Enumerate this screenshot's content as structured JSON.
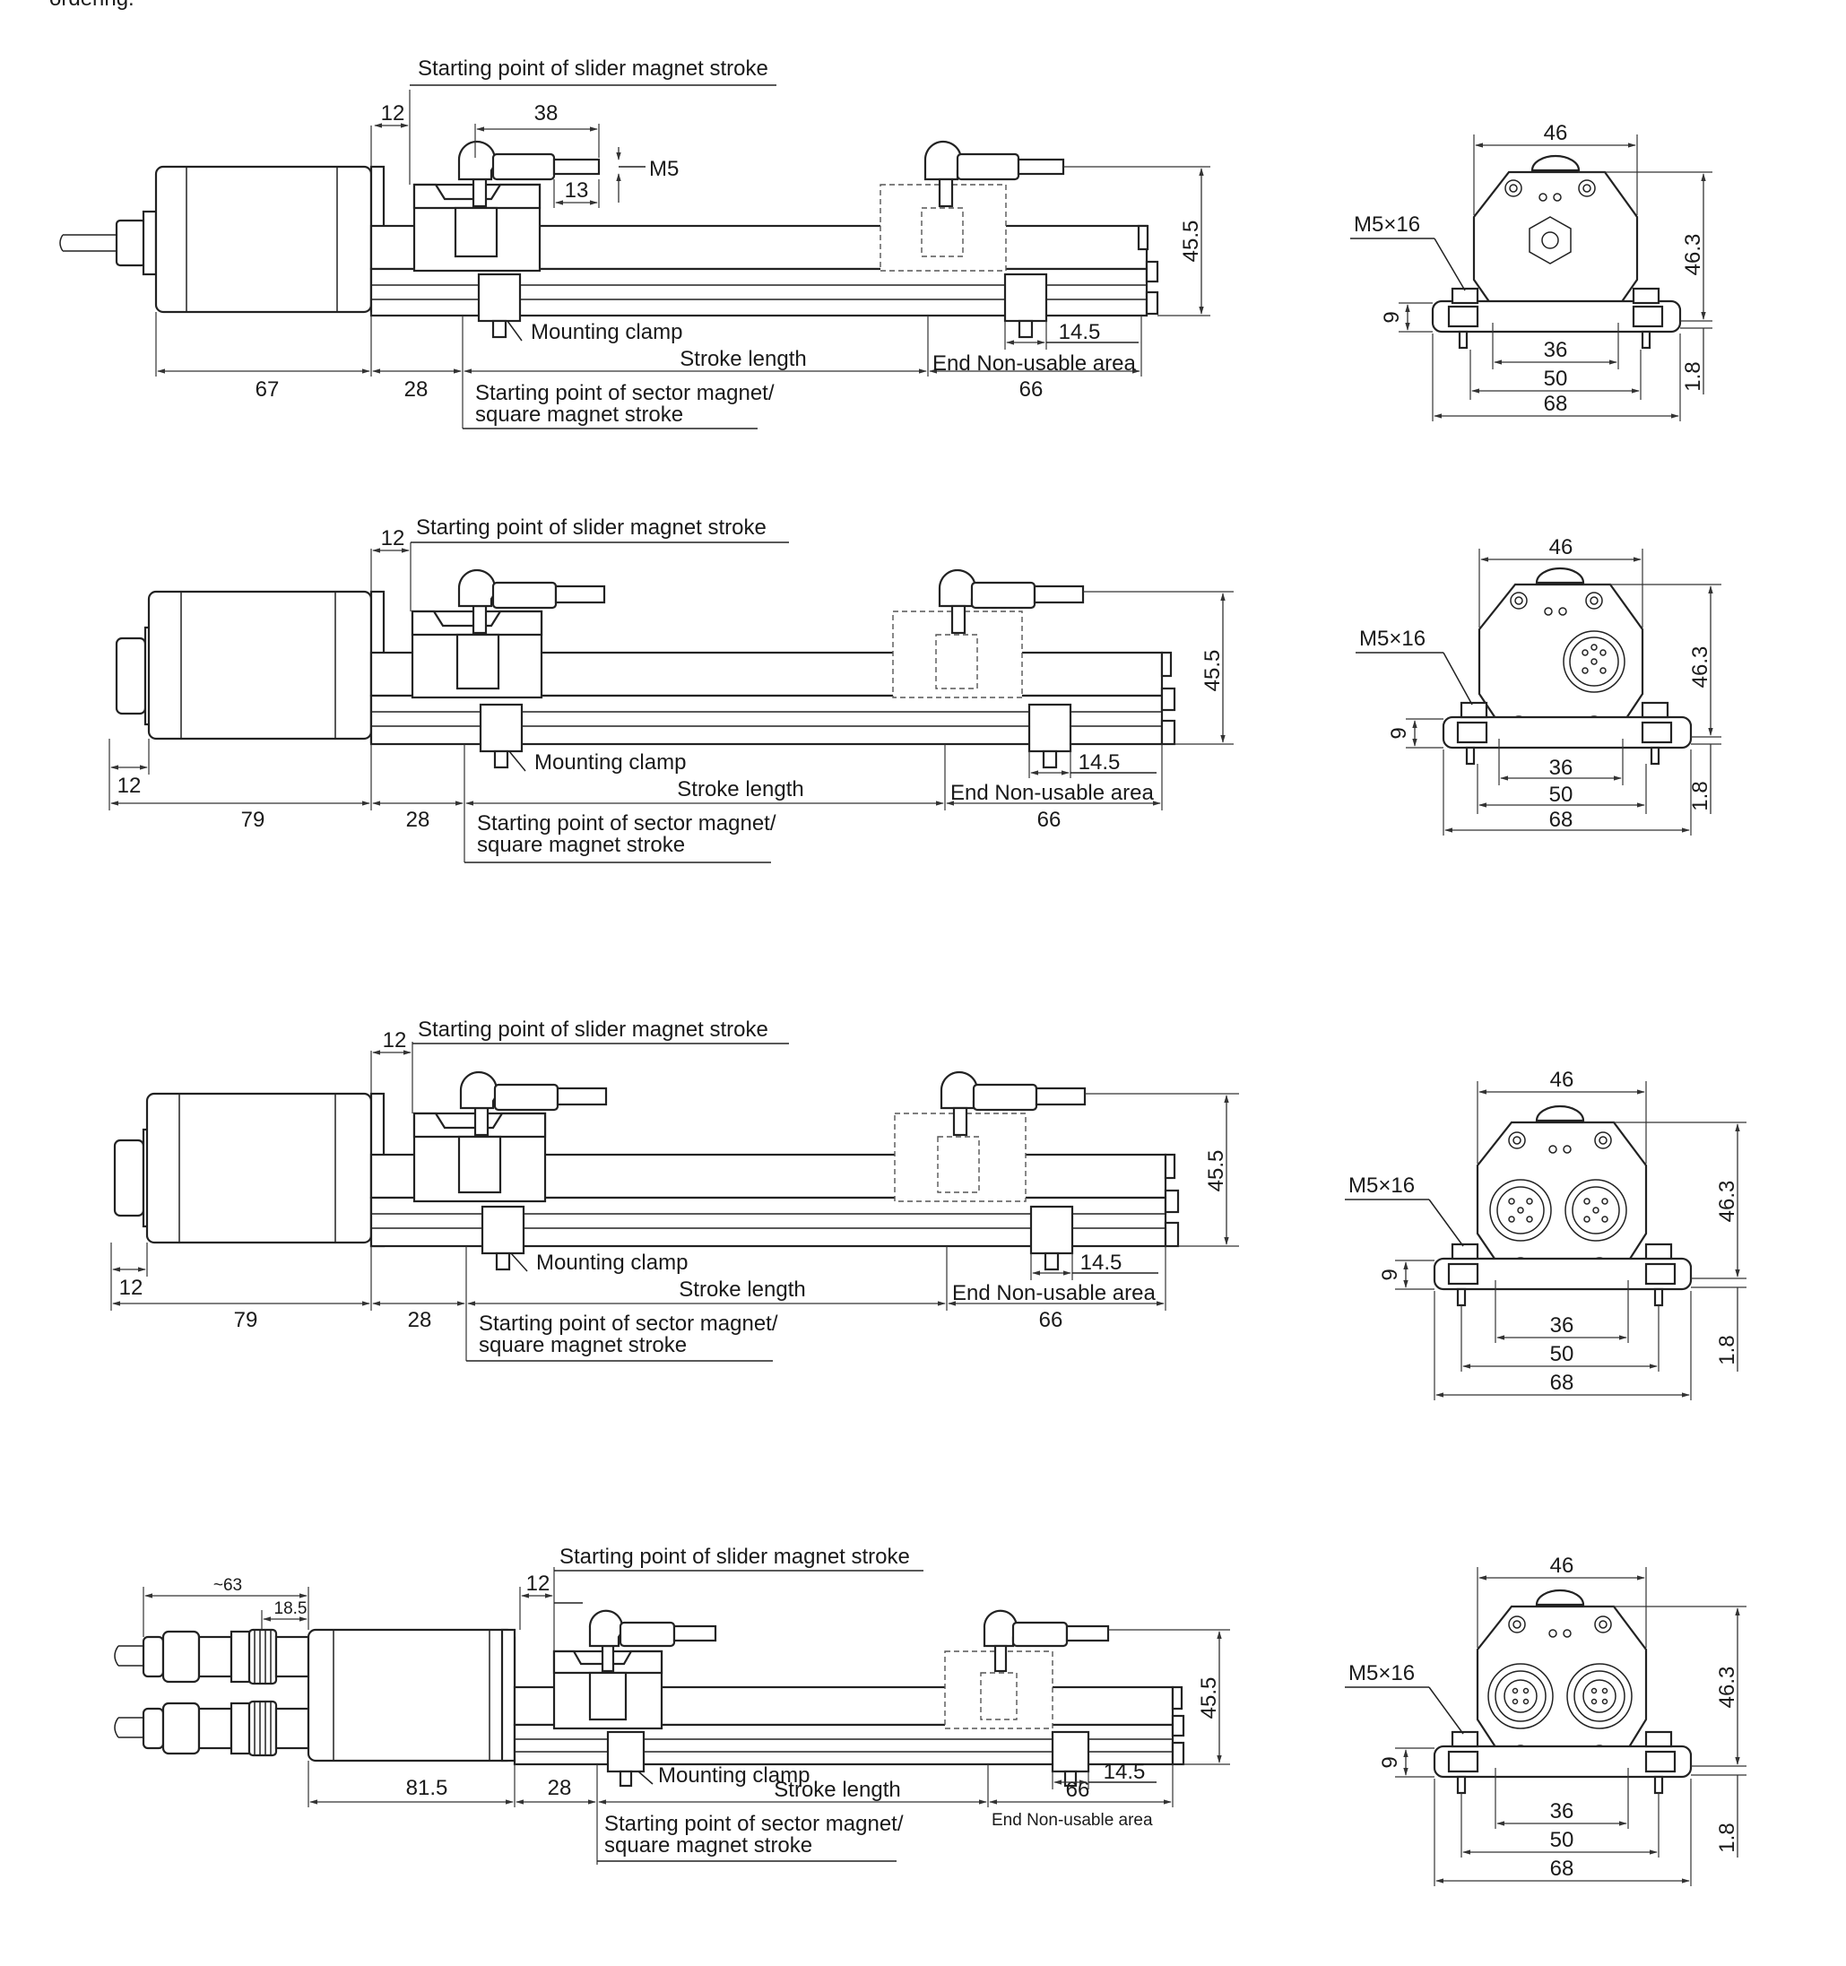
{
  "header": {
    "fragment": "ordering."
  },
  "views": [
    {
      "side": {
        "motor": "67",
        "housing": "28",
        "pitch_offset": "12",
        "slider_width": "38",
        "m5_label": "M5",
        "m5_pitch": "13",
        "height": "45.5",
        "clamp_offset": "14.5",
        "end_area": "66",
        "slider_start": "Starting point of slider magnet stroke",
        "sector_start_1": "Starting point of sector magnet/",
        "sector_start_2": "square magnet stroke",
        "mount": "Mounting clamp",
        "stroke": "Stroke length",
        "end_label": "End Non-usable area"
      },
      "front": {
        "screw": "M5×16",
        "width": "46",
        "height": "46.3",
        "base": "9",
        "base2": "1.8",
        "w36": "36",
        "w50": "50",
        "w68": "68"
      }
    },
    {
      "side": {
        "motor": "79",
        "housing": "28",
        "pitch_offset": "12",
        "connector": "12",
        "height": "45.5",
        "clamp_offset": "14.5",
        "end_area": "66",
        "slider_start": "Starting point of slider magnet stroke",
        "sector_start_1": "Starting point of sector magnet/",
        "sector_start_2": "square magnet stroke",
        "mount": "Mounting clamp",
        "stroke": "Stroke length",
        "end_label": "End Non-usable area"
      },
      "front": {
        "screw": "M5×16",
        "width": "46",
        "height": "46.3",
        "base": "9",
        "base2": "1.8",
        "w36": "36",
        "w50": "50",
        "w68": "68"
      }
    },
    {
      "side": {
        "motor": "79",
        "housing": "28",
        "pitch_offset": "12",
        "connector": "12",
        "height": "45.5",
        "clamp_offset": "14.5",
        "end_area": "66",
        "slider_start": "Starting point of slider magnet stroke",
        "sector_start_1": "Starting point of sector magnet/",
        "sector_start_2": "square magnet stroke",
        "mount": "Mounting clamp",
        "stroke": "Stroke length",
        "end_label": "End Non-usable area"
      },
      "front": {
        "screw": "M5×16",
        "width": "46",
        "height": "46.3",
        "base": "9",
        "base2": "1.8",
        "w36": "36",
        "w50": "50",
        "w68": "68"
      }
    },
    {
      "side": {
        "cable": "~63",
        "connector": "18.5",
        "motor": "81.5",
        "housing": "28",
        "pitch_offset": "12",
        "height": "45.5",
        "clamp_offset": "14.5",
        "end_area": "66",
        "slider_start": "Starting point of slider magnet stroke",
        "sector_start_1": "Starting point of sector magnet/",
        "sector_start_2": "square magnet stroke",
        "mount": "Mounting clamp",
        "stroke": "Stroke length",
        "end_label": "End Non-usable area"
      },
      "front": {
        "screw": "M5×16",
        "width": "46",
        "height": "46.3",
        "base": "9",
        "base2": "1.8",
        "w36": "36",
        "w50": "50",
        "w68": "68"
      }
    }
  ]
}
